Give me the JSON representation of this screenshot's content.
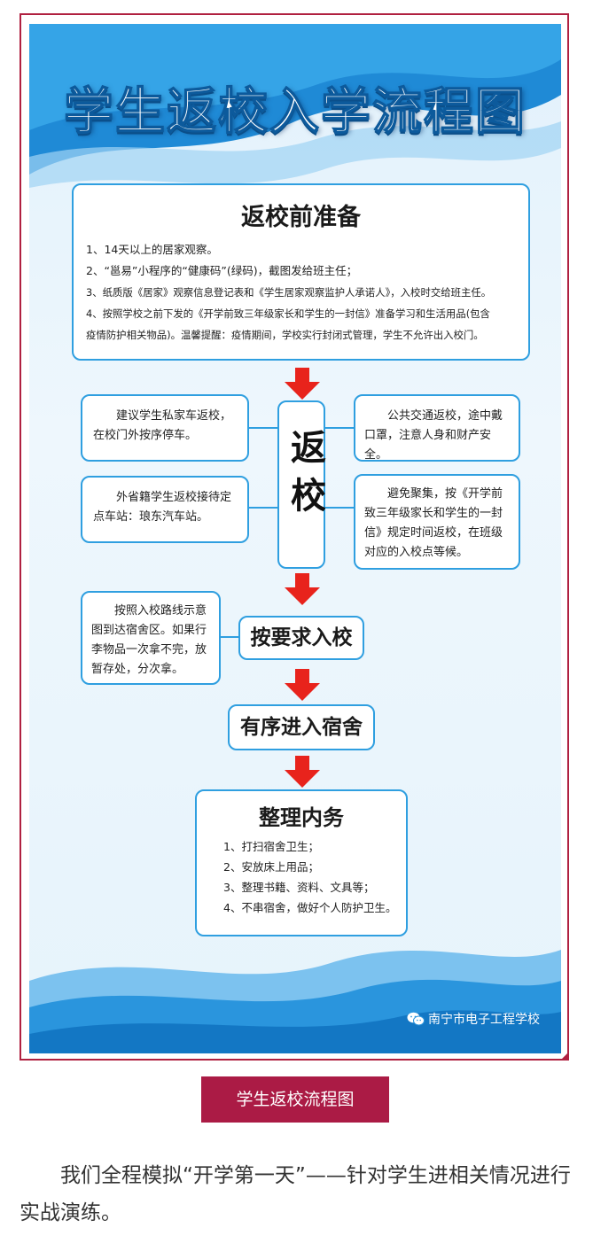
{
  "poster": {
    "title": "学生返校入学流程图",
    "prep": {
      "title": "返校前准备",
      "lines": [
        "1、14天以上的居家观察。",
        "2、“邕易”小程序的“健康码”(绿码)，截图发给班主任；",
        "3、纸质版《居家》观察信息登记表和《学生居家观察监护人承诺人》，入校时交给班主任。",
        "4、按照学校之前下发的《开学前致三年级家长和学生的一封信》准备学习和生活用品(包含",
        "疫情防护相关物品)。温馨提醒：疫情期间，学校实行封闭式管理，学生不允许出入校门。"
      ]
    },
    "return": {
      "center_label": "返校",
      "left_top": "建议学生私家车返校，在校门外按序停车。",
      "left_bottom": "外省籍学生返校接待定点车站：琅东汽车站。",
      "right_top": "公共交通返校，途中戴口罩，注意人身和财产安全。",
      "right_bottom": "避免聚集，按《开学前致三年级家长和学生的一封信》规定时间返校，在班级对应的入校点等候。"
    },
    "enter": {
      "label": "按要求入校",
      "note": "按照入校路线示意图到达宿舍区。如果行李物品一次拿不完，放暂存处，分次拿。"
    },
    "dorm": {
      "label": "有序进入宿舍"
    },
    "tidy": {
      "title": "整理内务",
      "lines": [
        "1、打扫宿舍卫生；",
        "2、安放床上用品；",
        "3、整理书籍、资料、文具等；",
        "4、不串宿舍，做好个人防护卫生。"
      ]
    },
    "brand": "南宁市电子工程学校",
    "brand_icon": "wechat-icon"
  },
  "caption": "学生返校流程图",
  "paragraph": "我们全程模拟“开学第一天”——针对学生进相关情况进行实战演练。",
  "colors": {
    "accent_blue": "#2f9fe0",
    "arrow_red": "#e8231c",
    "caption_bg": "#ab1b45",
    "frame": "#b02040"
  }
}
